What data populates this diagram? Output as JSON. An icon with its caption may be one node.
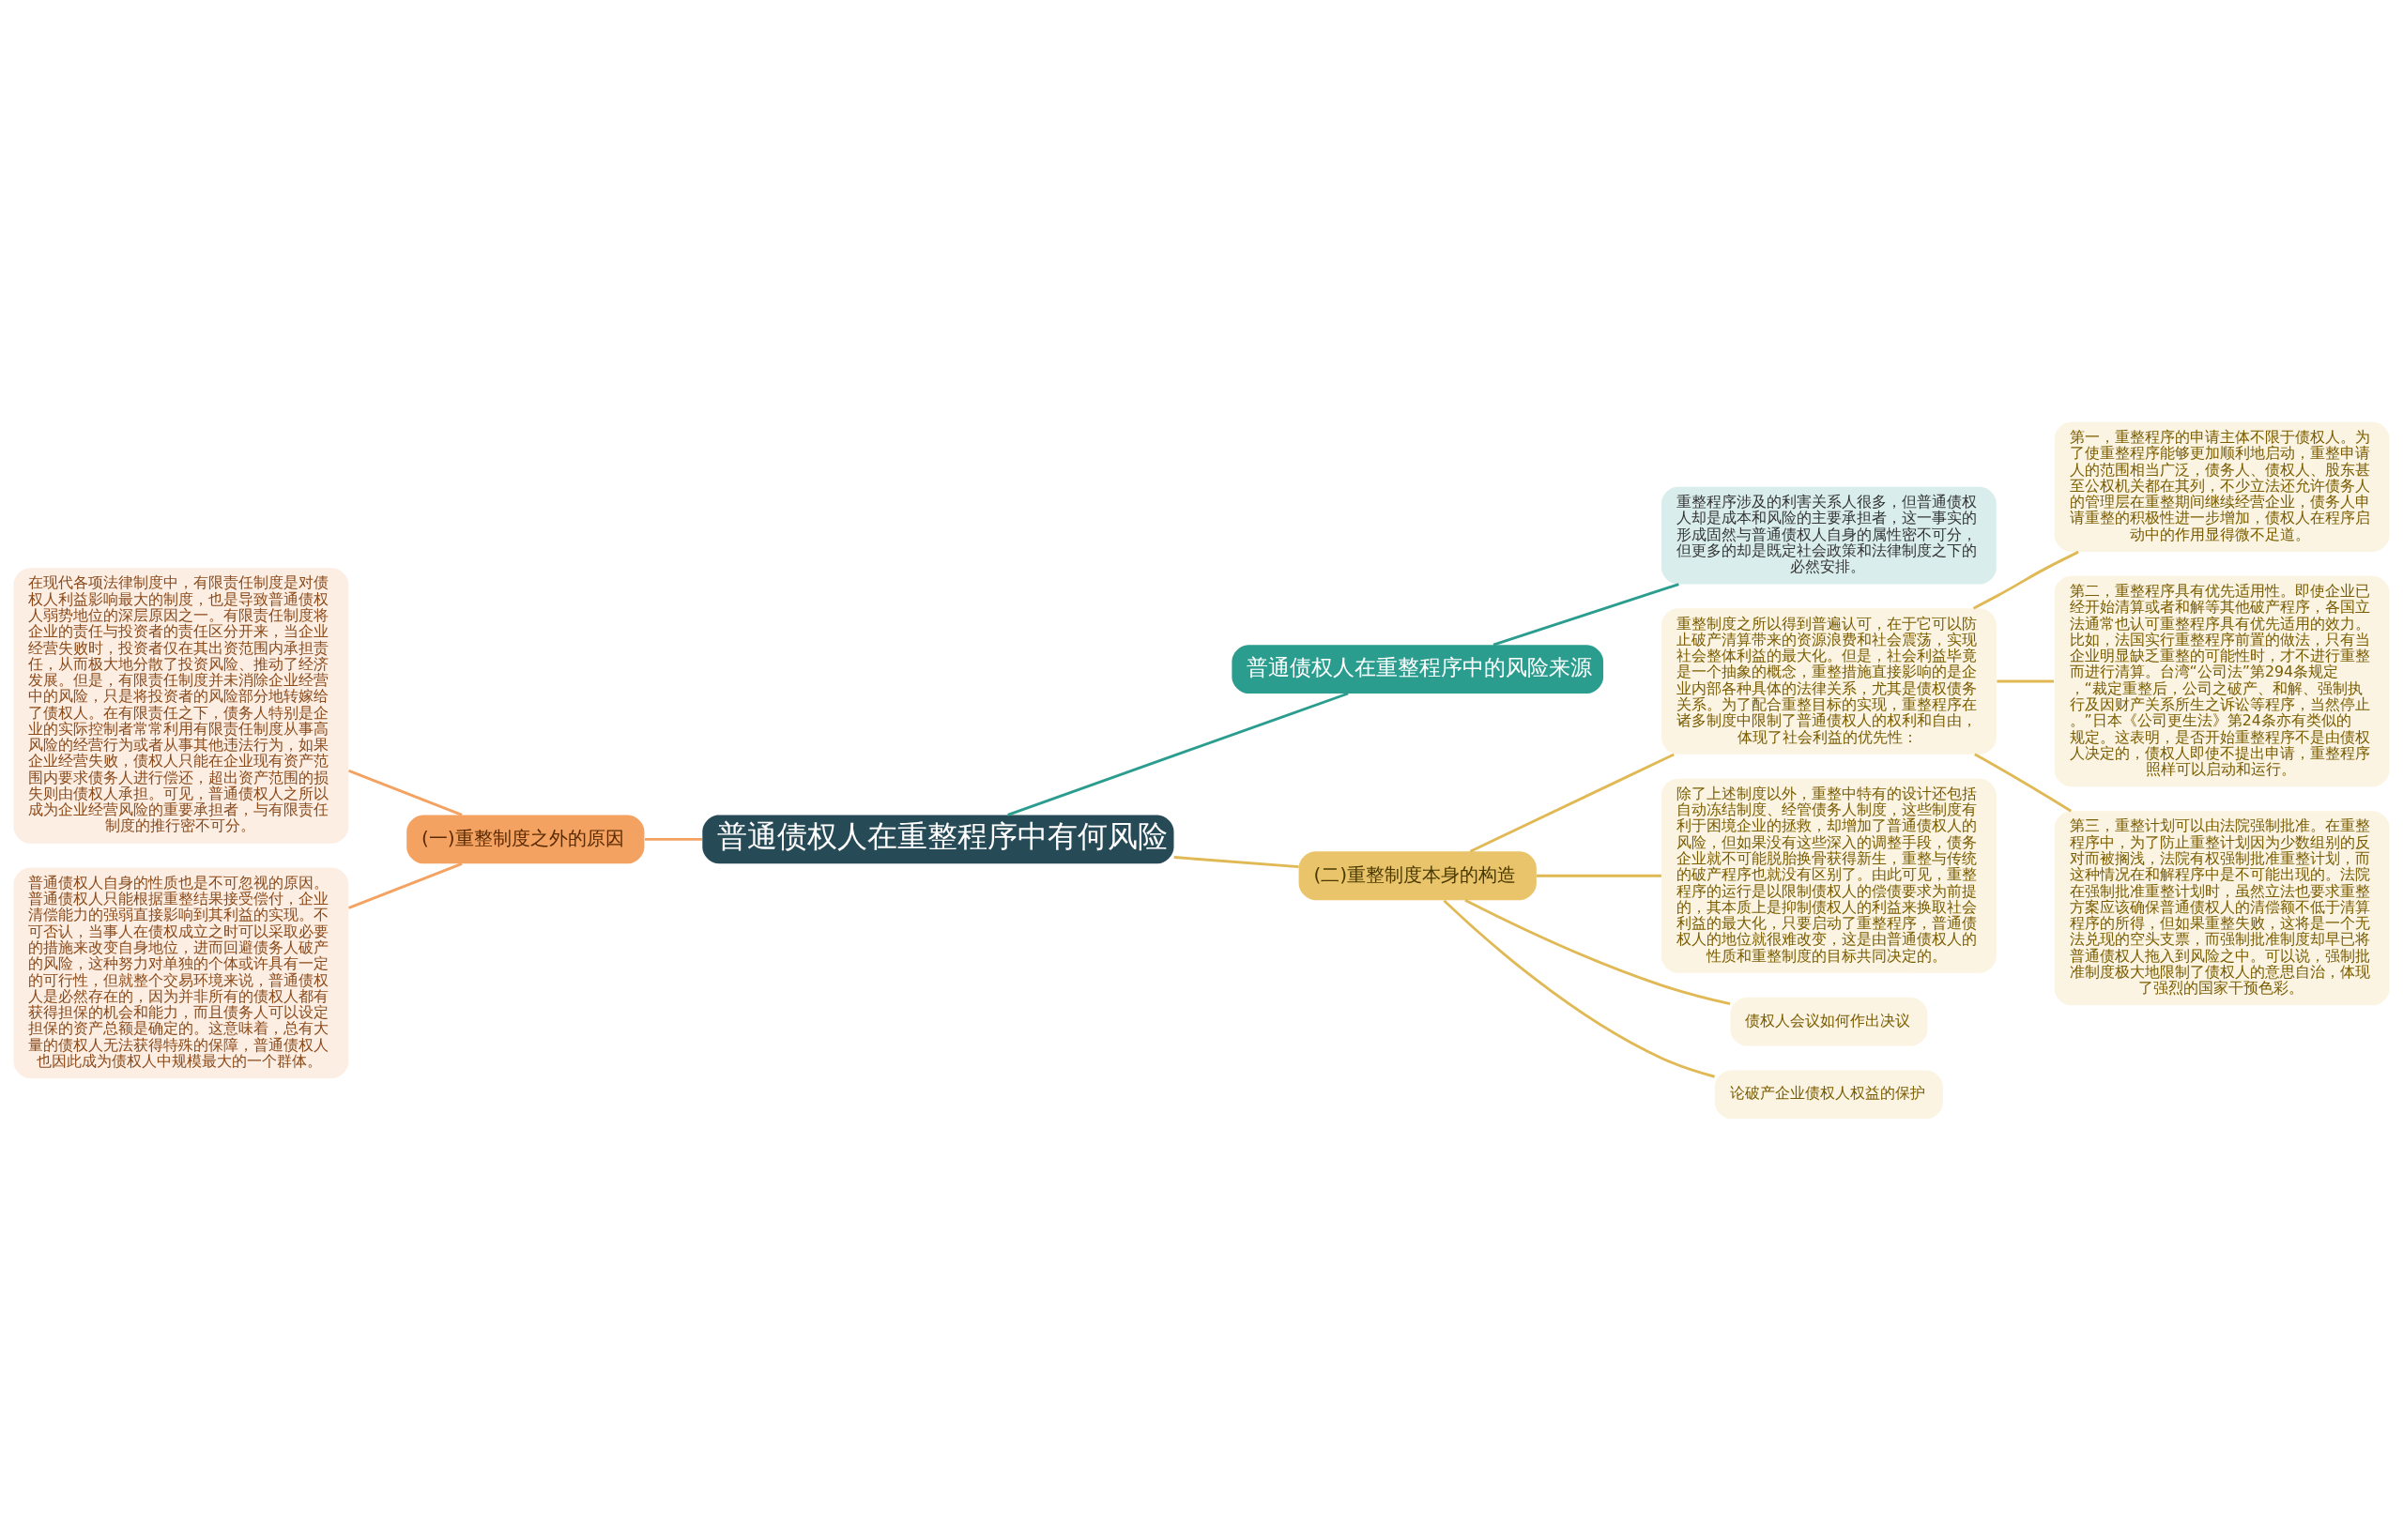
{
  "diagram": {
    "nodes": [
      {
        "text": [
          "普通债权人在重整程序中有何风险"
        ]
      },
      {
        "text": [
          "普通债权人在重整程序中的风险来源"
        ]
      },
      {
        "text": [
          "重整程序涉及的利害关系人很多，但普通债权人却是成本和风险的主要承担者，这一事实的形成固然与普通债权人自身的属性密不可分，但更多的却是既定社会政策和法律制度之下的必然安排。"
        ]
      },
      {
        "text": [
          "(一)重整制度之外的原因"
        ]
      },
      {
        "text": [
          "在现代各项法律制度中，有限责任制度是对债权人利益影响最大的制度，也是导致普通债权人弱势地位的深层原因之一。有限责任制度将企业的责任与投资者的责任区分开来，当企业经营失败时，投资者仅在其出资范围内承担责任，从而极大地分散了投资风险、推动了经济发展。但是，有限责任制度并未消除企业经营中的风险，只是将投资者的风险部分地转嫁给了债权人。在有限责任之下，债务人特别是企业的实际控制者常常利用有限责任制度从事高风险的经营行为或者从事其他违法行为，如果企业经营失败，债权人只能在企业现有资产范围内要求债务人进行偿还，超出资产范围的损失则由债权人承担。可见，普通债权人之所以成为企业经营风险的重要承担者，与有限责任制度的推行密不可分。"
        ]
      },
      {
        "text": [
          "普通债权人自身的性质也是不可忽视的原因。普通债权人只能根据重整结果接受偿付，企业清偿能力的强弱直接影响到其利益的实现。不可否认，当事人在债权成立之时可以采取必要的措施来改变自身地位，进而回避债务人破产的风险，这种努力对单独的个体或许具有一定的可行性，但就整个交易环境来说，普通债权人是必然存在的，因为并非所有的债权人都有获得担保的机会和能力，而且债务人可以设定担保的资产总额是确定的。这意味着，总有大量的债权人无法获得特殊的保障，普通债权人也因此成为债权人中规模最大的一个群体。"
        ]
      },
      {
        "text": [
          "(二)重整制度本身的构造"
        ]
      },
      {
        "text": [
          "重整制度之所以得到普遍认可，在于它可以防止破产清算带来的资源浪费和社会震荡，实现社会整体利益的最大化。但是，社会利益毕竟是一个抽象的概念，重整措施直接影响的是企业内部各种具体的法律关系，尤其是债权债务关系。为了配合重整目标的实现，重整程序在诸多制度中限制了普通债权人的权利和自由，体现了社会利益的优先性："
        ]
      },
      {
        "text": [
          "第一，重整程序的申请主体不限于债权人。为了使重整程序能够更加顺利地启动，重整申请人的范围相当广泛，债务人、债权人、股东甚至公权机关都在其列，不少立法还允许债务人的管理层在重整期间继续经营企业，债务人申请重整的积极性进一步增加，债权人在程序启动中的作用显得微不足道。"
        ]
      },
      {
        "text": [
          "第二，重整程序具有优先适用性。即使企业已经开始清算或者和解等其他破产程序，各国立法通常也认可重整程序具有优先适用的效力。比如，法国实行重整程序前置的做法，只有当企业明显缺乏重整的可能性时，才不进行重整而进行清算。台湾“公司法”第294条规定，“裁定重整后，公司之破产、和解、强制执行及因财产关系所生之诉讼等程序，当然停止。”日本《公司更生法》第24条亦有类似的规定。这表明，是否开始重整程序不是由债权人决定的，债权人即使不提出申请，重整程序照样可以启动和运行。"
        ]
      },
      {
        "text": [
          "第三，重整计划可以由法院强制批准。在重整程序中，为了防止重整计划因为少数组别的反对而被搁浅，法院有权强制批准重整计划，而这种情况在和解程序中是不可能出现的。法院在强制批准重整计划时，虽然立法也要求重整方案应该确保普通债权人的清偿额不低于清算程序的所得，但如果重整失败，这将是一个无法兑现的空头支票，而强制批准制度却早已将普通债权人拖入到风险之中。可以说，强制批准制度极大地限制了债权人的意思自治，体现了强烈的国家干预色彩。"
        ]
      },
      {
        "text": [
          "除了上述制度以外，重整中特有的设计还包括自动冻结制度、经管债务人制度，这些制度有利于困境企业的拯救，却增加了普通债权人的风险，但如果没有这些深入的调整手段，债务企业就不可能脱胎换骨获得新生，重整与传统的破产程序也就没有区别了。由此可见，重整程序的运行是以限制债权人的偿债要求为前提的，其本质上是抑制债权人的利益来换取社会利益的最大化，只要启动了重整程序，普通债权人的地位就很难改变，这是由普通债权人的性质和重整制度的目标共同决定的。"
        ]
      },
      {
        "text": [
          "债权人会议如何作出决议"
        ]
      },
      {
        "text": [
          "论破产企业债权人权益的保护"
        ]
      }
    ],
    "edges": [
      {
        "from": 0,
        "to": 1,
        "arrow": "none",
        "color": "#2a9d8f"
      },
      {
        "from": 1,
        "to": 2,
        "arrow": "none",
        "color": "#2a9d8f"
      },
      {
        "from": 0,
        "to": 3,
        "arrow": "none",
        "color": "#f4a261"
      },
      {
        "from": 3,
        "to": 4,
        "arrow": "none",
        "color": "#f4a261"
      },
      {
        "from": 3,
        "to": 5,
        "arrow": "none",
        "color": "#f4a261"
      },
      {
        "from": 0,
        "to": 6,
        "arrow": "none"
      },
      {
        "from": 6,
        "to": 7,
        "arrow": "none"
      },
      {
        "from": 7,
        "to": 8,
        "arrow": "none"
      },
      {
        "from": 7,
        "to": 9,
        "arrow": "none"
      },
      {
        "from": 7,
        "to": 10,
        "arrow": "none"
      },
      {
        "from": 6,
        "to": 11,
        "arrow": "none"
      },
      {
        "from": 6,
        "to": 12,
        "arrow": "none"
      },
      {
        "from": 6,
        "to": 13,
        "arrow": "none"
      }
    ]
  }
}
